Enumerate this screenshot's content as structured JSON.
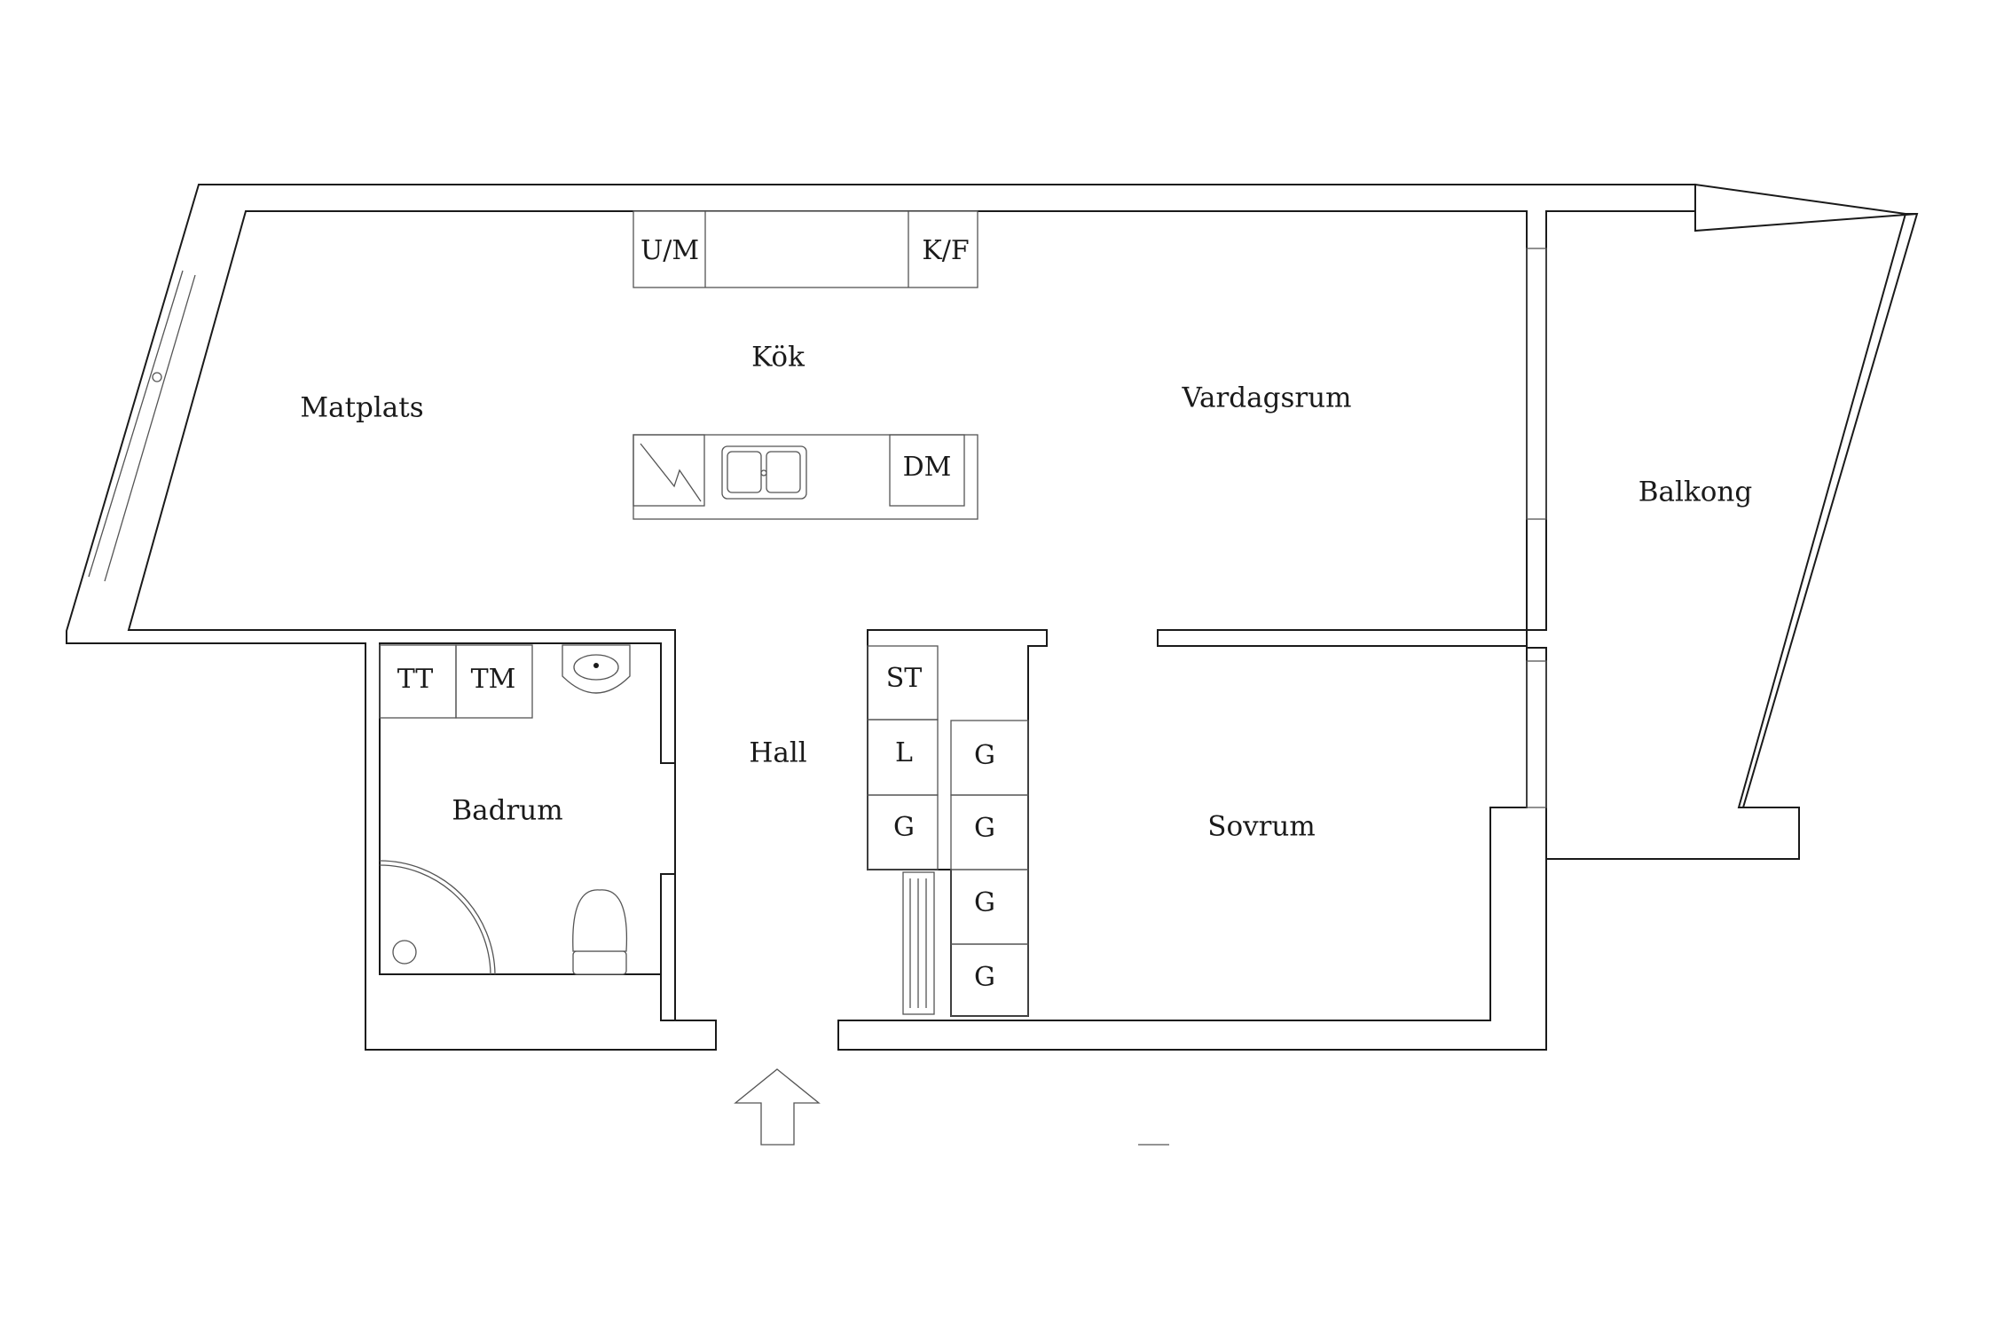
{
  "rooms": {
    "kok": "Kök",
    "matplats": "Matplats",
    "vardagsrum": "Vardagsrum",
    "balkong": "Balkong",
    "hall": "Hall",
    "badrum": "Badrum",
    "sovrum": "Sovrum"
  },
  "fixtures": {
    "um": "U/M",
    "kf": "K/F",
    "dm": "DM",
    "tt": "TT",
    "tm": "TM",
    "st": "ST",
    "l": "L",
    "g_hall": "G",
    "wardrobes": [
      "G",
      "G",
      "G",
      "G"
    ]
  },
  "icons": {
    "entrance": "entrance-arrow-icon",
    "sink": "double-sink-icon",
    "stove": "stove-icon",
    "washbasin": "washbasin-icon",
    "toilet": "toilet-icon",
    "shower": "shower-icon",
    "radiator": "radiator-icon"
  }
}
